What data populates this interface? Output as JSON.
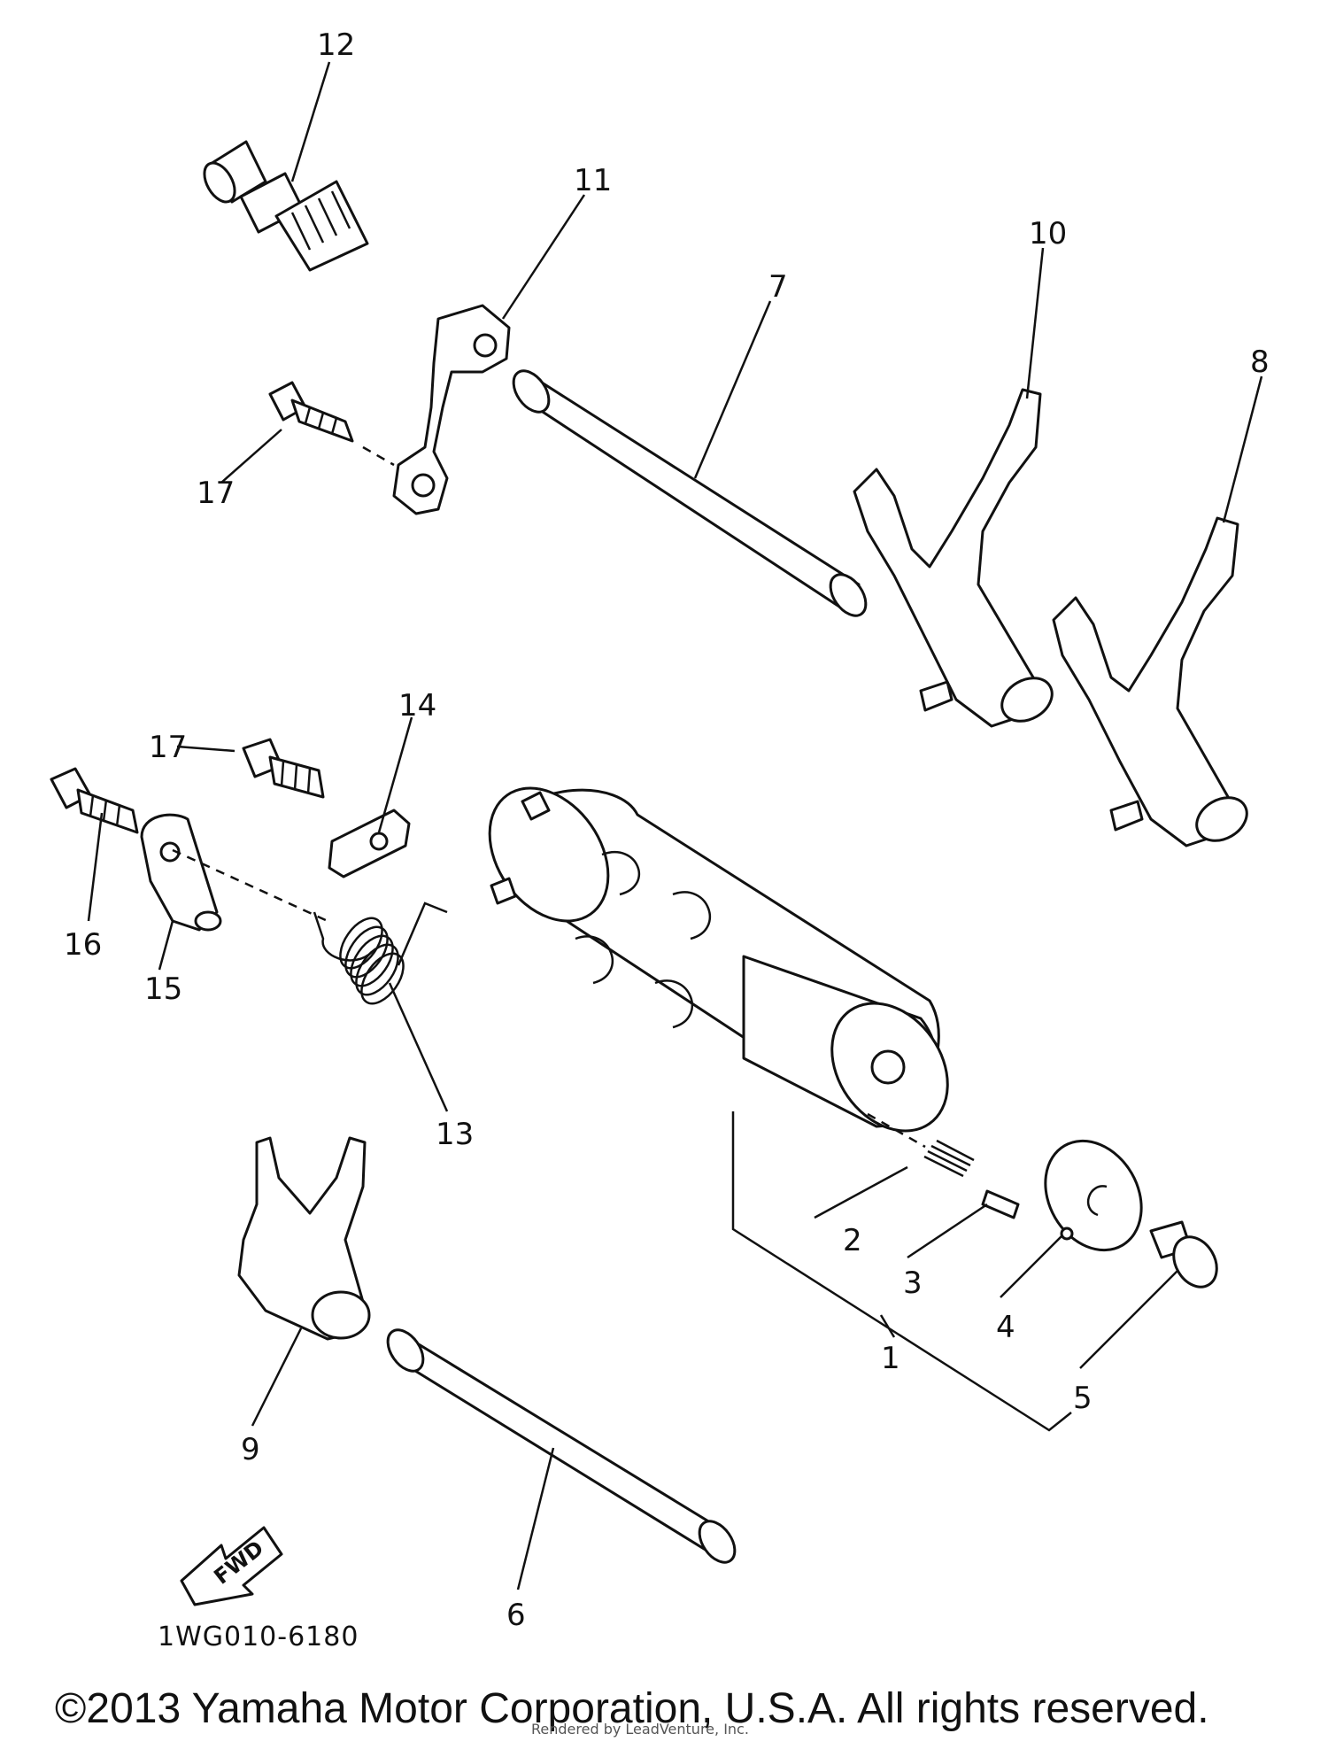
{
  "diagram": {
    "callouts": [
      "1",
      "2",
      "3",
      "4",
      "5",
      "6",
      "7",
      "8",
      "9",
      "10",
      "11",
      "12",
      "13",
      "14",
      "15",
      "16",
      "17",
      "17"
    ],
    "direction_arrow_label": "FWD",
    "figure_code": "1WG010-6180",
    "copyright": "©2013 Yamaha Motor Corporation, U.S.A. All rights reserved.",
    "footer_small": "Rendered by LeadVenture, Inc."
  }
}
